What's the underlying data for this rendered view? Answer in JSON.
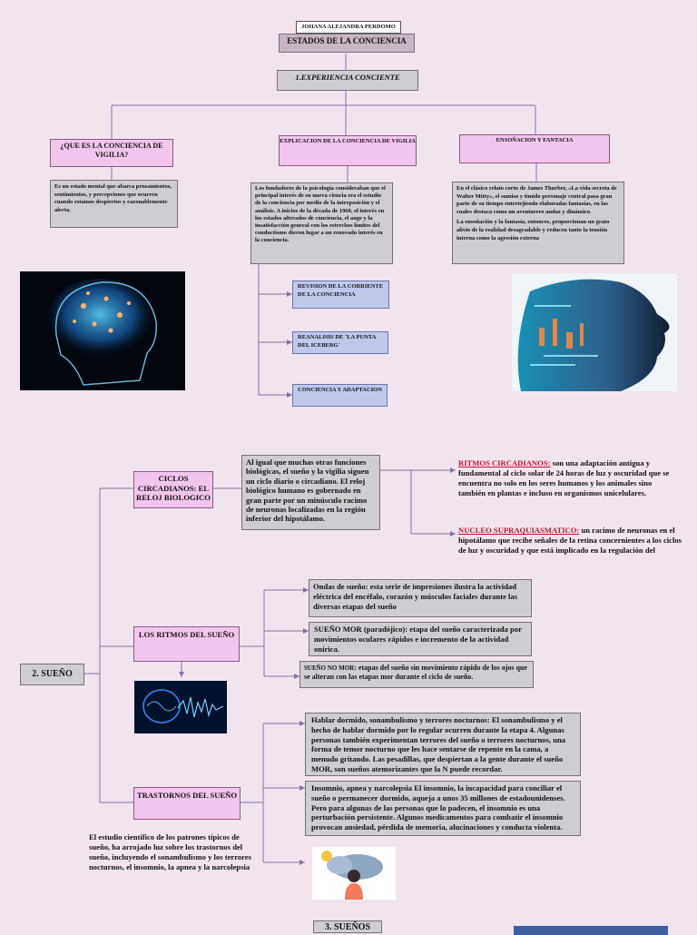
{
  "author": "JOHANA ALEJANDRA PERDOMO LOPEZ",
  "main_title": "ESTADOS DE LA CONCIENCIA",
  "section1": {
    "title": "1.EXPERIENCIA CONCIENTE",
    "que_es": {
      "title": "¿QUE ES LA CONCIENCIA DE VIGILIA?",
      "text": "Es un estado mental que abarca pensamientos, sentimientos, y percepciones que ocurren cuando estamos despiertos y razonablemente alerta."
    },
    "explicacion": {
      "title": "EXPLICACION DE LA CONCIENCIA DE VIGILIA",
      "text": "Los fundadores de la psicología consideraban que el principal interés de su nueva ciencia era el estudio de la conciencia por medio de la interposición y el análisis. A inicios de la década de 1960, el interés en los estados alterados de conciencia, el auge y la insatisfacción general con los estrechos límites del conductismo dieron lugar a un renovado interés en la conciencia.",
      "sub": [
        "REVISION DE LA CORRIENTE DE LA CONCIENCIA",
        "REANALISIS DE ¨LA PUNTA DEL ICEBERG¨",
        "CONCIENCIA Y ADAPTACION"
      ]
    },
    "ensonacion": {
      "title": "ENSOÑACION Y FANTACIA",
      "text1": "En el clásico relato corto de James Thurber, «La vida secreta de Walter Mitty», el sumiso y tímido personaje central pasa gran parte de su tiempo entretejiendo elaboradas fantasías, en las cuales destaca como un aventurero audaz y dinámico.",
      "text2": "La ensoñación y la fantasía, entonces, proporcionan un grato alivio de la realidad desagradable y reducen tanto la tensión interna como la agresión externa"
    }
  },
  "section2": {
    "title": "2. SUEÑO",
    "ciclos": {
      "title": "CICLOS CIRCADIANOS: EL RELOJ BIOLOGICO",
      "text": "Al igual que muchas otras funciones biológicas, el sueño y la vigilia siguen un ciclo diario o circadiano. El reloj biológico humano es gobernado en gran parte por un minúsculo racimo de neuronas localizadas en la región inferior del hipotálamo.",
      "ritmos_term": "RITMOS CIRCADIANOS:",
      "ritmos_text": "son una adaptación antigua y fundamental al ciclo solar de 24 horas de luz y oscuridad que se encuentra no solo en los seres humanos y los animales sino también en plantas e incluso en organismos unicelulares.",
      "nucleo_term": "NUCLEO SUPRAQUIASMATICO:",
      "nucleo_text": "un racimo de neuronas en el hipotálamo que recibe señales de la retina concernientes a los ciclos de luz y oscuridad y que está implicado en la regulación del"
    },
    "ritmos_sueno": {
      "title": "LOS RITMOS DEL SUEÑO",
      "ondas": "Ondas de sueño: esta serie de impresiones ilustra la actividad eléctrica del encéfalo, corazón y músculos faciales durante las diversas etapas del sueño",
      "mor": "SUEÑO MOR (paradójico): etapa del sueño caracterizada por movimientos oculares rápidos e incremento de la actividad onírica.",
      "no_mor_term": "SUEÑO NO MOR",
      "no_mor_text": ": etapas del sueño sin movimiento rápido de los ojos que se alteran con las etapas mor durante el ciclo de sueño."
    },
    "trastornos": {
      "title": "TRASTORNOS DEL SUEÑO",
      "hablar": "Hablar dormido, sonambulismo y terrores nocturnos: El sonambulismo y el hecho de hablar dormido por lo regular ocurren durante la etapa 4. Algunas personas también experimentan terrores del sueño o terrores nocturnos, una forma de temor nocturno que les hace sentarse de repente en la cama, a menudo gritando. Las pesadillas, que despiertan a la gente durante el sueño MOR, son sueños atemorizantes que la N puede recordar.",
      "insomnio": "Insomnio, apnea y narcolepsia El insomnio, la incapacidad para conciliar el sueño o permanecer dormido, aqueja a unos 35 millones de estadounidenses. Pero para algunas de las personas que lo padecen, el insomnio es una perturbación persistente. Algunos medicamentos para combatir el insomnio provocan ansiedad, pérdida de memoria, alucinaciones y conducta violenta.",
      "estudio": "El estudio científico de los patrones típicos de sueño, ha arrojado luz sobre los trastornos del sueño, incluyendo el sonambulismo y los terrores nocturnos, el insomnio, la apnea y la narcolepsia"
    }
  },
  "section3_title": "3. SUEÑOS",
  "colors": {
    "background": "#f1e4ef",
    "pink_box": "#f2c6ec",
    "grey_box": "#cfcdd2",
    "blue_box": "#bfc8eb",
    "line": "#8a6fa8",
    "term_red": "#c8102e"
  }
}
